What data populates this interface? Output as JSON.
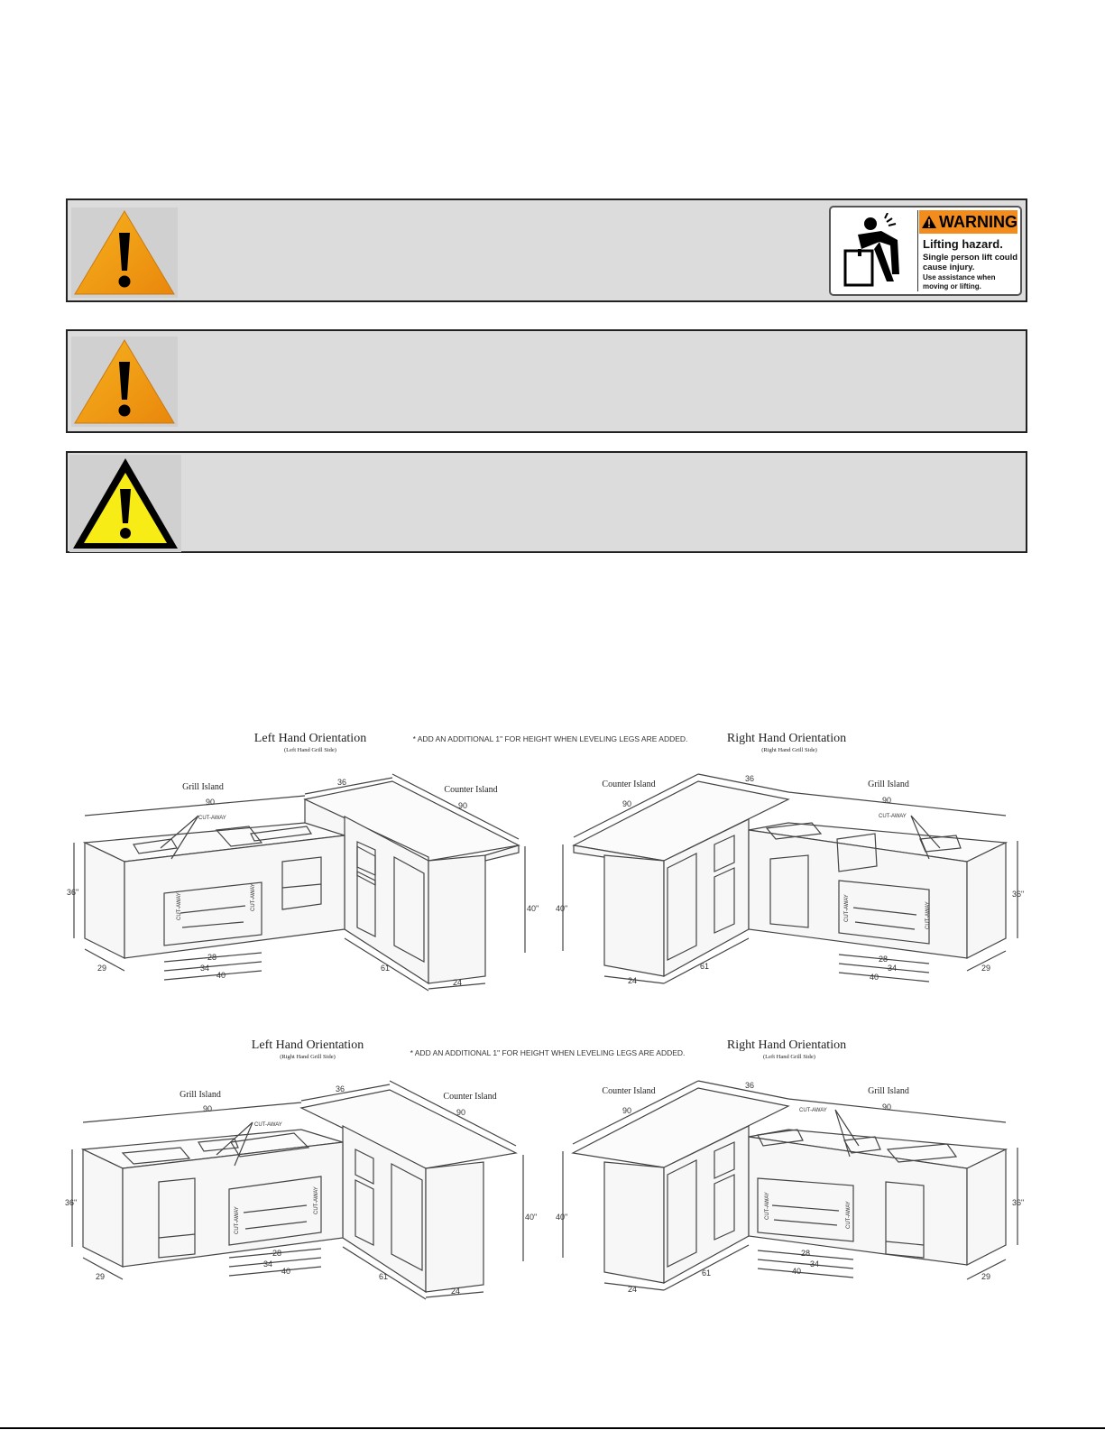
{
  "warning_label": {
    "heading": "WARNING",
    "line1": "Lifting hazard.",
    "line2": "Single person lift could cause injury.",
    "line3": "Use assistance when moving or lifting."
  },
  "note": "* ADD AN ADDITIONAL 1\" FOR HEIGHT WHEN LEVELING LEGS ARE ADDED.",
  "diagrams": [
    {
      "left": {
        "title": "Left Hand Orientation",
        "subtitle": "(Left Hand Grill Side)",
        "grill": "Grill Island",
        "counter": "Counter Island"
      },
      "right": {
        "title": "Right Hand Orientation",
        "subtitle": "(Right Hand Grill Side)",
        "grill": "Grill Island",
        "counter": "Counter Island"
      }
    },
    {
      "left": {
        "title": "Left Hand Orientation",
        "subtitle": "(Right Hand Grill Side)",
        "grill": "Grill Island",
        "counter": "Counter Island"
      },
      "right": {
        "title": "Right Hand Orientation",
        "subtitle": "(Left Hand Grill Side)",
        "grill": "Grill Island",
        "counter": "Counter Island"
      }
    }
  ],
  "dims": {
    "w90": "90",
    "w36": "36",
    "h36": "36\"",
    "h40": "40\"",
    "d29": "29",
    "d61": "61",
    "d24": "24",
    "c28": "28",
    "c34": "34",
    "c40": "40",
    "cut": "CUT-AWAY"
  }
}
